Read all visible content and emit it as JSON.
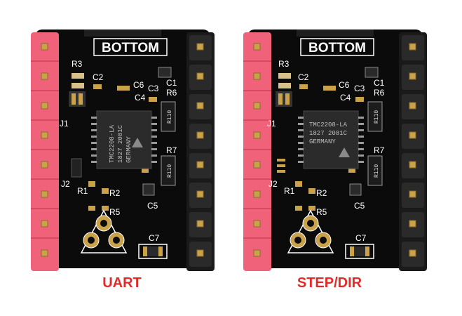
{
  "boards": [
    {
      "caption": "UART",
      "silkscreen_title": "BOTTOM",
      "chip_lines": [
        "TMC2208-LA",
        "1827 2081C",
        "GERMANY"
      ],
      "resistor_marking": "R110",
      "labels": {
        "r3": "R3",
        "c2": "C2",
        "c6": "C6",
        "c3": "C3",
        "c4": "C4",
        "c1": "C1",
        "r6": "R6",
        "j1": "J1",
        "r7": "R7",
        "j2": "J2",
        "r1": "R1",
        "r2": "R2",
        "r5": "R5",
        "c5": "C5",
        "c7": "C7"
      }
    },
    {
      "caption": "STEP/DIR",
      "silkscreen_title": "BOTTOM",
      "chip_lines": [
        "TMC2208-LA",
        "1827 2081C",
        "GERMANY"
      ],
      "resistor_marking": "R110",
      "labels": {
        "r3": "R3",
        "c2": "C2",
        "c6": "C6",
        "c3": "C3",
        "c4": "C4",
        "c1": "C1",
        "r6": "R6",
        "j1": "J1",
        "r7": "R7",
        "j2": "J2",
        "r1": "R1",
        "r2": "R2",
        "r5": "R5",
        "c5": "C5",
        "c7": "C7"
      }
    }
  ],
  "colors": {
    "pcb": "#0b0b0b",
    "pink_header": "#f0627a",
    "black_header": "#1a1a1a",
    "caption": "#e32a2a",
    "silk": "#ffffff",
    "gold": "#c9a24a"
  }
}
